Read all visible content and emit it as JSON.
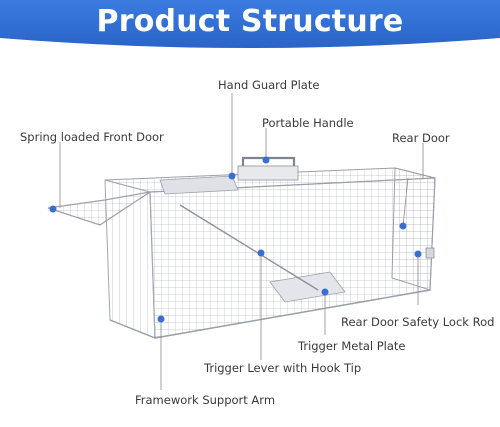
{
  "banner": {
    "title": "Product Structure",
    "color": "#2f6fd6",
    "color_dark": "#1f56b8"
  },
  "accent_color": "#3a6fd0",
  "leader_color": "#8a8a8a",
  "parts": [
    {
      "label": "Hand Guard Plate"
    },
    {
      "label": "Portable Handle"
    },
    {
      "label": "Spring loaded Front Door"
    },
    {
      "label": "Rear Door"
    },
    {
      "label": "Rear Door Safety Lock Rod"
    },
    {
      "label": "Trigger Metal Plate"
    },
    {
      "label": "Trigger Lever with Hook Tip"
    },
    {
      "label": "Framework Support Arm"
    }
  ]
}
